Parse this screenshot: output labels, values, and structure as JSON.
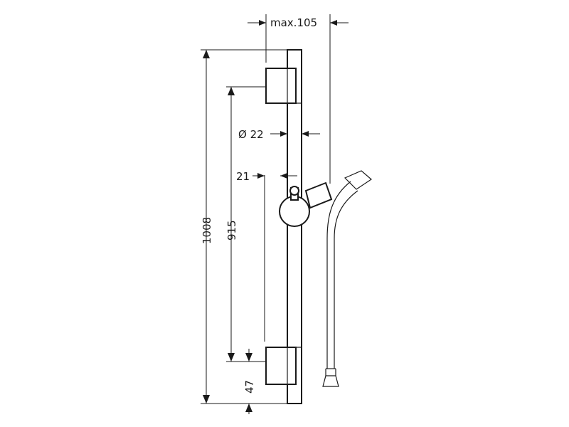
{
  "drawing": {
    "dimensions": {
      "max_depth": "max.105",
      "rail_diameter": "Ø 22",
      "wall_gap": "21",
      "overall_length": "1008",
      "bracket_spacing": "915",
      "bottom_offset": "47"
    }
  }
}
